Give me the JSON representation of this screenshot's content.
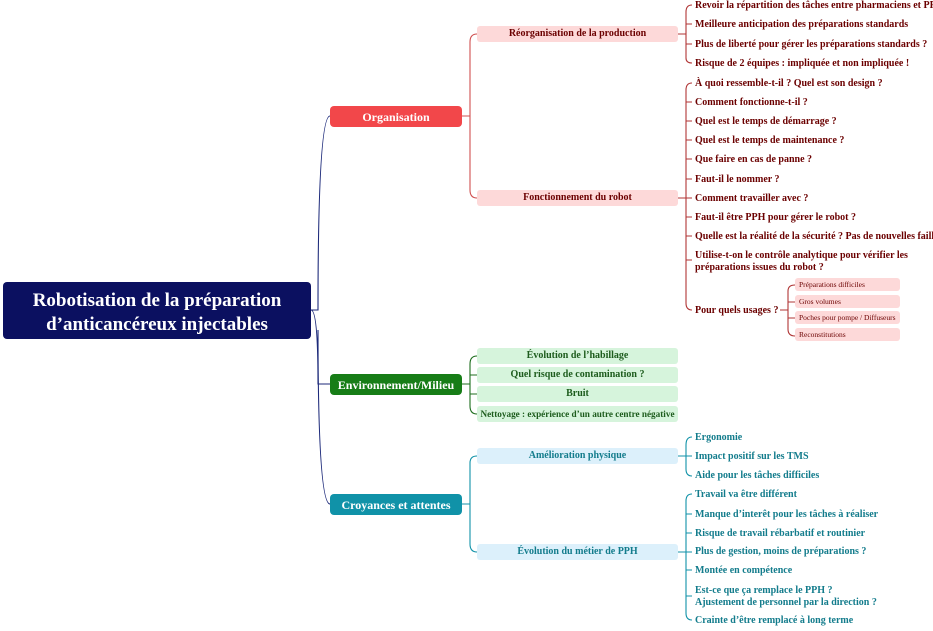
{
  "root": {
    "title": "Robotisation de la préparation d’anticancéreux injectables"
  },
  "colors": {
    "root": "#0b1060",
    "organisation": "#f2474a",
    "environnement": "#177d17",
    "croyances": "#1092a8",
    "org_light": "#fdd9d9",
    "env_light": "#d6f4dc",
    "cro_light": "#dcf0fb"
  },
  "branches": {
    "organisation": {
      "label": "Organisation",
      "reorg": {
        "label": "Réorganisation de la production",
        "items": [
          "Revoir la répartition des tâches entre pharmaciens et PPH",
          "Meilleure anticipation des préparations standards",
          "Plus de liberté pour gérer les préparations standards ?",
          "Risque de 2 équipes : impliquée et non impliquée !"
        ]
      },
      "robot": {
        "label": "Fonctionnement du robot",
        "items": [
          "À quoi ressemble-t-il ? Quel est son design ?",
          "Comment fonctionne-t-il ?",
          "Quel est le temps de démarrage ?",
          "Quel est le temps de maintenance ?",
          "Que faire en cas de panne ?",
          "Faut-il le nommer ?",
          "Comment travailler avec ?",
          "Faut-il être PPH pour gérer le robot ?",
          "Quelle est la réalité de la sécurité ? Pas de nouvelles failles ?",
          "Utilise-t-on le contrôle analytique pour vérifier les",
          "préparations issues du robot ?"
        ],
        "usages": {
          "label": "Pour quels usages ?",
          "items": [
            "Préparations difficiles",
            "Gros volumes",
            "Poches pour pompe / Diffuseurs",
            "Reconstitutions"
          ]
        }
      }
    },
    "environnement": {
      "label": "Environnement/Milieu",
      "items": [
        "Évolution de l’habillage",
        "Quel risque de contamination ?",
        "Bruit",
        "Nettoyage : expérience d’un autre centre négative"
      ]
    },
    "croyances": {
      "label": "Croyances et attentes",
      "amelioration": {
        "label": "Amélioration physique",
        "items": [
          "Ergonomie",
          "Impact positif sur les TMS",
          "Aide pour les tâches difficiles"
        ]
      },
      "evolution": {
        "label": "Évolution du métier de PPH",
        "items": [
          "Travail va être différent",
          "Manque d’interêt pour les tâches à réaliser",
          "Risque de travail rébarbatif et routinier",
          "Plus de gestion, moins de préparations ?",
          "Montée en compétence",
          "Est-ce que ça remplace le PPH ?",
          "Ajustement de personnel par la direction ?",
          "Crainte d’être remplacé à long terme"
        ]
      }
    }
  }
}
